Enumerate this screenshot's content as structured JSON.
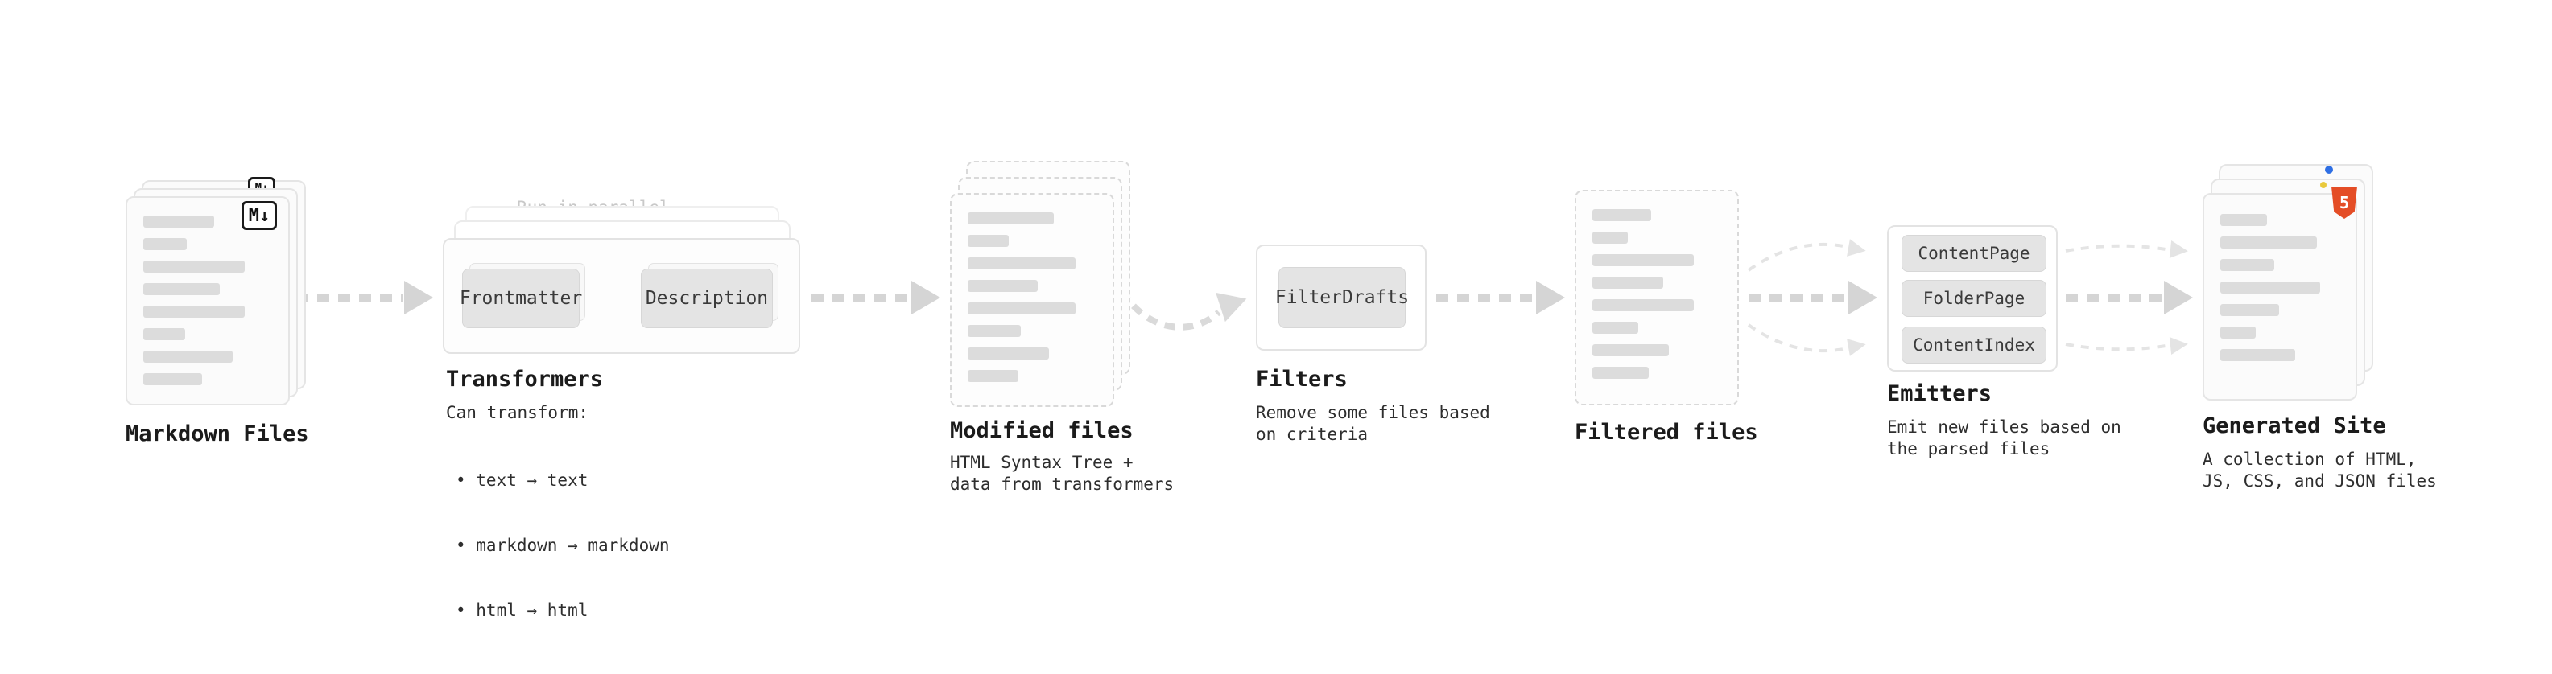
{
  "diagram": {
    "markdown": {
      "label": "Markdown Files",
      "badge": "M↓"
    },
    "transformers": {
      "note": "Run in parallel",
      "frontmatter": "Frontmatter",
      "description": "Description",
      "label": "Transformers",
      "desc_title": "Can transform:",
      "bullet1": "• text → text",
      "bullet2": "• markdown → markdown",
      "bullet3": "• html → html"
    },
    "modified": {
      "label": "Modified files",
      "desc": "HTML Syntax Tree +\ndata from transformers"
    },
    "filters": {
      "button": "FilterDrafts",
      "label": "Filters",
      "desc": "Remove some files based\non criteria"
    },
    "filtered": {
      "label": "Filtered files"
    },
    "emitters": {
      "button1": "ContentPage",
      "button2": "FolderPage",
      "button3": "ContentIndex",
      "label": "Emitters",
      "desc": "Emit new files based on\nthe parsed files"
    },
    "site": {
      "label": "Generated Site",
      "badge": "5",
      "desc": "A collection of HTML,\nJS, CSS, and JSON files"
    },
    "colors": {
      "accent_orange": "#e44d26",
      "arrow_gray": "#d5d5d5",
      "bar_gray": "#dcdcdc"
    }
  }
}
